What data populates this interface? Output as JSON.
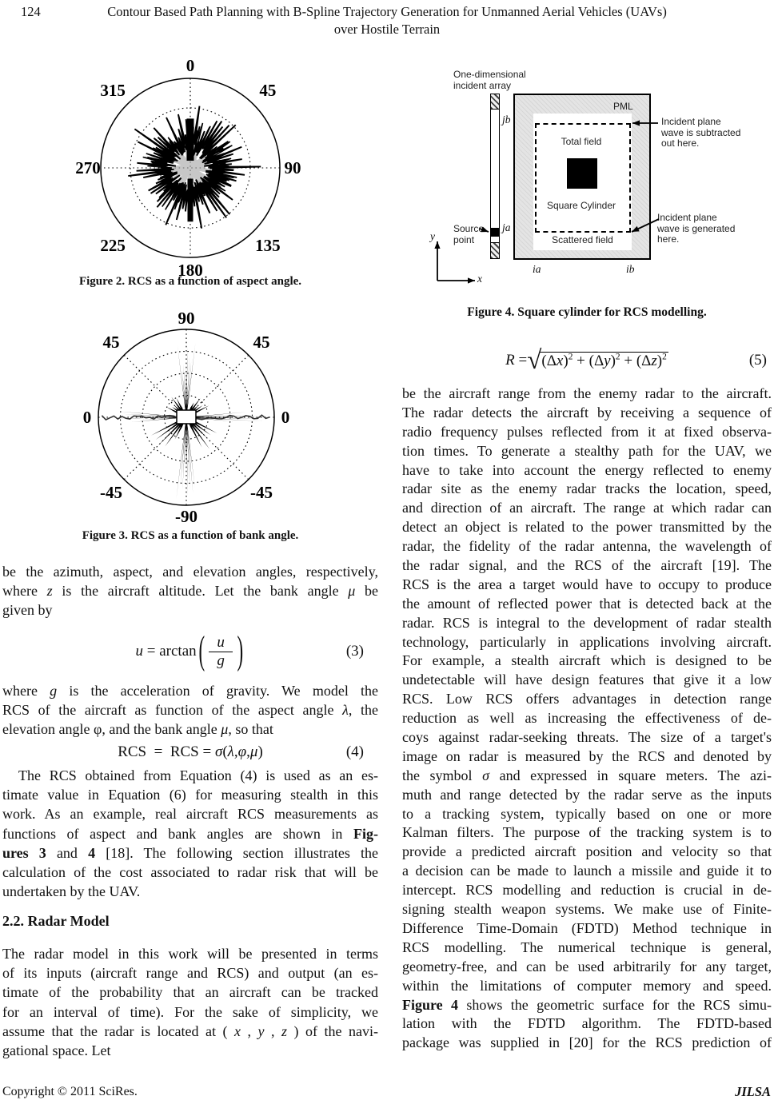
{
  "header": {
    "page_number": "124",
    "title_line1": "Contour Based Path Planning with B-Spline Trajectory Generation for Unmanned Aerial Vehicles (UAVs)",
    "title_line2": "over Hostile Terrain"
  },
  "footer": {
    "left": "Copyright © 2011 SciRes.",
    "right": "JILSA"
  },
  "sections": {
    "radar_model": "2.2. Radar Model"
  },
  "figures": {
    "fig2": {
      "caption": "Figure 2. RCS as a function of aspect angle.",
      "type": "polar",
      "axis_labels": [
        {
          "t": "0",
          "a": 0
        },
        {
          "t": "45",
          "a": 45
        },
        {
          "t": "90",
          "a": 90
        },
        {
          "t": "135",
          "a": 135
        },
        {
          "t": "180",
          "a": 180
        },
        {
          "t": "225",
          "a": 225
        },
        {
          "t": "270",
          "a": 270
        },
        {
          "t": "315",
          "a": 315
        }
      ]
    },
    "fig3": {
      "caption": "Figure 3. RCS as a function of bank angle.",
      "type": "polar",
      "axis_labels": [
        {
          "t": "90",
          "a": 0
        },
        {
          "t": "45",
          "a": 45
        },
        {
          "t": "45",
          "a": -45
        },
        {
          "t": "0",
          "a": 90
        },
        {
          "t": "0",
          "a": -90
        },
        {
          "t": "-45",
          "a": 135
        },
        {
          "t": "-45",
          "a": -135
        },
        {
          "t": "-90",
          "a": 180
        }
      ]
    },
    "fig4": {
      "caption": "Figure 4. Square cylinder for RCS modelling.",
      "labels": {
        "incident_line1": "One-dimensional",
        "incident_line2": "incident array",
        "pml": "PML",
        "jb": "jb",
        "ja": "ja",
        "total_field": "Total field",
        "square_cylinder": "Square Cylinder",
        "scattered_field": "Scattered field",
        "ia": "ia",
        "ib": "ib",
        "source_line1": "Source",
        "source_line2": "point",
        "y_axis": "y",
        "x_axis": "x",
        "note_top": [
          "Incident plane",
          "wave is subtracted",
          "out here."
        ],
        "note_bottom": [
          "Incident plane",
          "wave is generated",
          "here."
        ]
      }
    }
  },
  "equations": {
    "eq3": {
      "lead": [
        {
          "t": "u",
          "i": true
        },
        {
          "t": " = arctan"
        }
      ],
      "num": [
        {
          "t": "u",
          "i": true
        }
      ],
      "den": [
        {
          "t": "g",
          "i": true
        }
      ],
      "number": "(3)"
    },
    "eq4": {
      "body": [
        {
          "t": "RCS  =  RCS = "
        },
        {
          "t": "σ",
          "i": true
        },
        {
          "t": "("
        },
        {
          "t": "λ",
          "i": true
        },
        {
          "t": ","
        },
        {
          "t": "φ",
          "i": true
        },
        {
          "t": ","
        },
        {
          "t": "μ",
          "i": true
        },
        {
          "t": ")"
        }
      ],
      "number": "(4)"
    },
    "eq5": {
      "lead": [
        {
          "t": "R",
          "i": true
        },
        {
          "t": " = "
        }
      ],
      "radicand": [
        {
          "t": "("
        },
        {
          "t": "Δ"
        },
        {
          "t": "x",
          "i": true
        },
        {
          "t": ")"
        },
        {
          "t": "2",
          "sup": true
        },
        {
          "t": " + ("
        },
        {
          "t": "Δ"
        },
        {
          "t": "y",
          "i": true
        },
        {
          "t": ")"
        },
        {
          "t": "2",
          "sup": true
        },
        {
          "t": " + ("
        },
        {
          "t": "Δ"
        },
        {
          "t": "z",
          "i": true
        },
        {
          "t": ")"
        },
        {
          "t": "2",
          "sup": true
        }
      ],
      "number": "(5)"
    }
  },
  "left": {
    "para1": [
      "be the azimuth, aspect, and elevation angles, respectively,",
      [
        {
          "t": "where "
        },
        {
          "t": "z",
          "i": true
        },
        {
          "t": " is the aircraft altitude. Let the bank angle "
        },
        {
          "t": "μ",
          "i": true
        },
        {
          "t": " be"
        }
      ],
      "given by"
    ],
    "para2": [
      [
        {
          "t": "where "
        },
        {
          "t": "g",
          "i": true
        },
        {
          "t": " is the acceleration of gravity. We model the"
        }
      ],
      [
        {
          "t": "RCS of the aircraft as function of the aspect angle "
        },
        {
          "t": "λ",
          "i": true
        },
        {
          "t": ", the"
        }
      ],
      [
        {
          "t": "elevation angle φ, and the bank angle "
        },
        {
          "t": "μ",
          "i": true
        },
        {
          "t": ", so that"
        }
      ]
    ],
    "para3": [
      "The RCS obtained from Equation (4) is used as an es-",
      "timate value in Equation (6) for measuring stealth in this",
      "work. As an example, real aircraft RCS measurements as",
      [
        {
          "t": "functions of aspect and bank angles are shown in "
        },
        {
          "t": "Fig-",
          "b": true
        }
      ],
      [
        {
          "t": "ures 3",
          "b": true
        },
        {
          "t": " and "
        },
        {
          "t": "4",
          "b": true
        },
        {
          "t": " [18]. The following section illustrates the"
        }
      ],
      "calculation of the cost associated to radar risk that will be",
      "undertaken by the UAV."
    ],
    "para4": [
      "The radar model in this work will be presented in terms",
      "of its inputs (aircraft range and RCS) and output (an es-",
      "timate of the probability that an aircraft can be tracked",
      "for an interval of time). For the sake of simplicity, we",
      [
        {
          "t": "assume that the radar is located at ( "
        },
        {
          "t": "x",
          "i": true
        },
        {
          "t": " , "
        },
        {
          "t": "y",
          "i": true
        },
        {
          "t": " , "
        },
        {
          "t": "z",
          "i": true
        },
        {
          "t": " ) of the navi-"
        }
      ],
      "gational space. Let"
    ]
  },
  "right": {
    "para1": [
      "be the aircraft range from the enemy radar to the aircraft.",
      "The radar detects the aircraft by receiving a sequence of",
      "radio frequency pulses reflected from it at fixed observa-",
      "tion times. To generate a stealthy path for the UAV, we",
      "have to take into account the energy reflected to enemy",
      "radar site as the enemy radar tracks the location, speed,",
      "and direction of an aircraft. The range at which radar can",
      "detect an object is related to the power transmitted by the",
      "radar, the fidelity of the radar antenna, the wavelength of",
      "the radar signal, and the RCS of the aircraft [19]. The",
      "RCS is the area a target would have to occupy to produce",
      "the amount of reflected power that is detected back at the",
      "radar. RCS is integral to the development of radar stealth",
      "technology, particularly in applications involving aircraft.",
      "For example, a stealth aircraft which is designed to be",
      "undetectable will have design features that give it a low",
      "RCS. Low RCS offers advantages in detection range",
      "reduction as well as increasing the effectiveness of de-",
      "coys against radar-seeking threats. The size of a target's",
      "image on radar is measured by the RCS and denoted by",
      [
        {
          "t": "the symbol "
        },
        {
          "t": "σ",
          "i": true
        },
        {
          "t": " and expressed in square meters. The azi-"
        }
      ],
      "muth and range detected by the radar serve as the inputs",
      "to a tracking system, typically based on one or more",
      "Kalman filters. The purpose of the tracking system is to",
      "provide a predicted aircraft position and velocity so that",
      "a decision can be made to launch a missile and guide it to",
      "intercept. RCS modelling and reduction is crucial in de-",
      "signing stealth weapon systems. We make use of Finite-",
      "Difference Time-Domain (FDTD) Method technique in",
      "RCS modelling. The numerical technique is general,",
      "geometry-free, and can be used arbitrarily for any target,",
      "within the limitations of computer memory and speed.",
      [
        {
          "t": "Figure 4",
          "b": true
        },
        {
          "t": " shows the geometric surface for the RCS simu-"
        }
      ],
      "lation with the FDTD algorithm. The FDTD-based",
      "package was supplied in [20] for the RCS prediction of"
    ]
  }
}
